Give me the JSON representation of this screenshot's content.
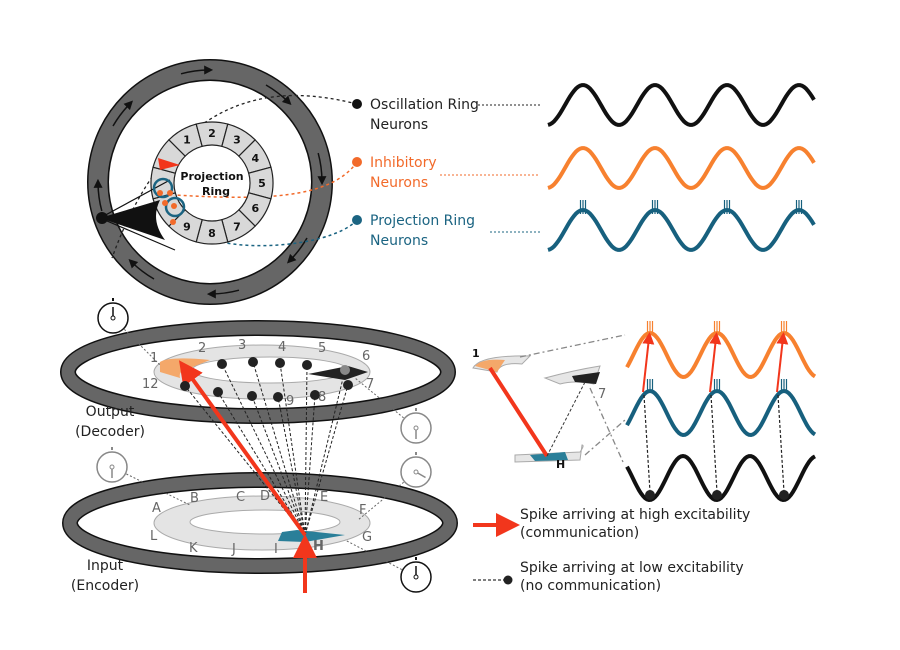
{
  "top": {
    "projection_ring_title": [
      "Projection",
      "Ring"
    ],
    "segment_labels": [
      "1",
      "2",
      "3",
      "4",
      "5",
      "6",
      "7",
      "8",
      "9"
    ],
    "legend": [
      {
        "lines": [
          "Oscillation Ring",
          "Neurons"
        ],
        "color": "#111111"
      },
      {
        "lines": [
          "Inhibitory",
          "Neurons"
        ],
        "color": "#f26a2a"
      },
      {
        "lines": [
          "Projection Ring",
          "Neurons"
        ],
        "color": "#1b6482"
      }
    ]
  },
  "bottom": {
    "output_label": [
      "Output",
      "(Decoder)"
    ],
    "input_label": [
      "Input",
      "(Encoder)"
    ],
    "output_numbers": [
      "1",
      "2",
      "3",
      "4",
      "5",
      "6",
      "7",
      "8",
      "9",
      "12"
    ],
    "input_letters": [
      "A",
      "B",
      "C",
      "D",
      "E",
      "F",
      "G",
      "H",
      "I",
      "J",
      "K",
      "L"
    ],
    "mini_labels": {
      "one": "1",
      "seven": "7",
      "h": "H"
    }
  },
  "legend": {
    "high": [
      "Spike arriving at high excitability",
      "(communication)"
    ],
    "low": [
      "Spike arriving at low excitability",
      "(no communication)"
    ]
  },
  "colors": {
    "orange": "#f7812f",
    "teal": "#17607e",
    "red": "#f2361c",
    "ring_gray": "#666666",
    "segment_gray": "#d8d8d8",
    "orange_segment": "#f4a86a",
    "teal_segment": "#2a7f99"
  }
}
